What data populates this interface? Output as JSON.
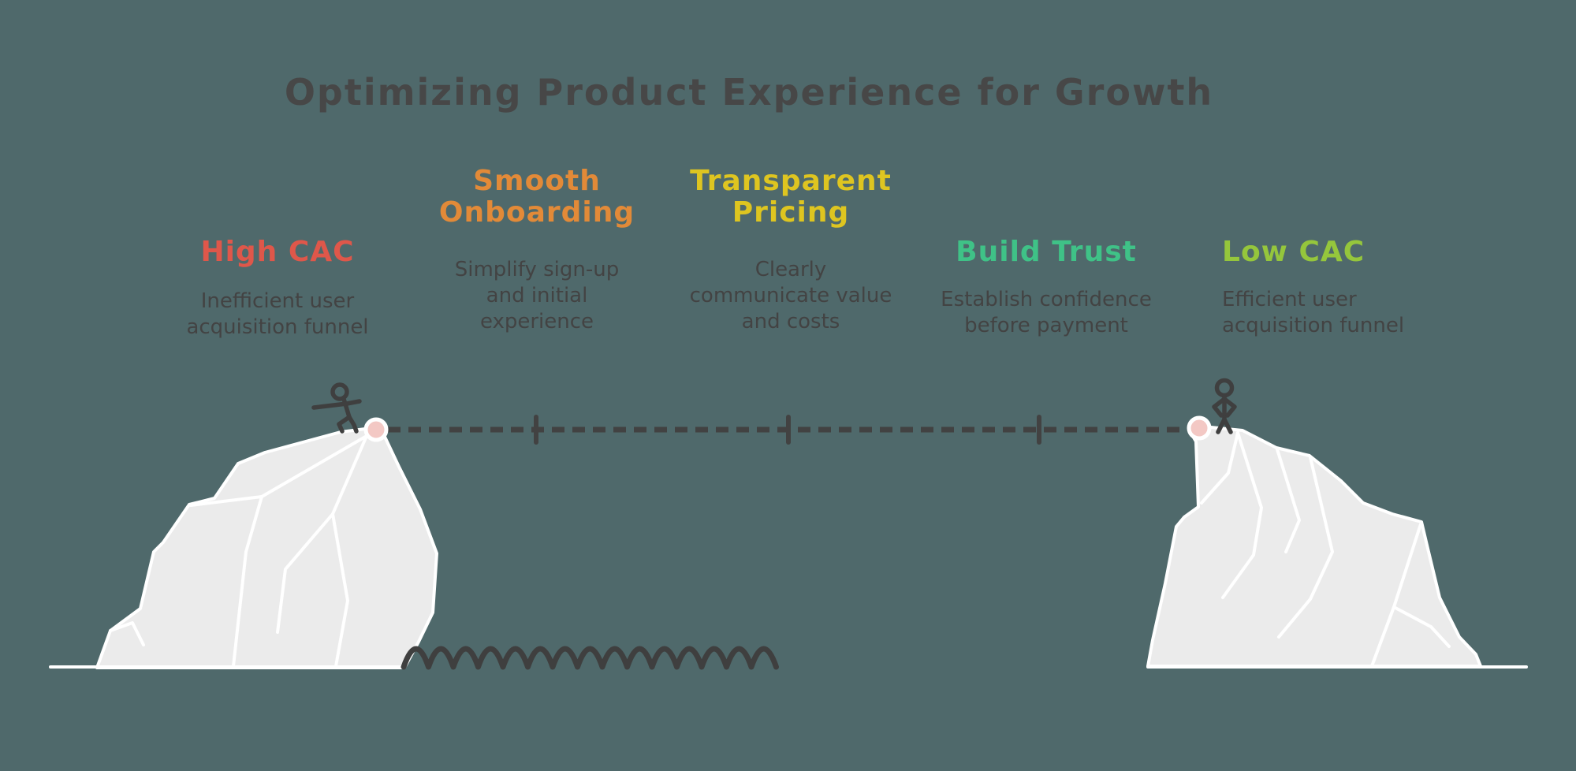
{
  "title": "Optimizing Product Experience for Growth",
  "steps": [
    {
      "id": "high-cac",
      "label": "High CAC",
      "description": "Inefficient user\nacquisition funnel",
      "color": "#df574a"
    },
    {
      "id": "smooth-onboarding",
      "label": "Smooth\nOnboarding",
      "description": "Simplify sign-up\nand initial\nexperience",
      "color": "#e28a38"
    },
    {
      "id": "transparent-pricing",
      "label": "Transparent\nPricing",
      "description": "Clearly\ncommunicate value\nand costs",
      "color": "#dec520"
    },
    {
      "id": "build-trust",
      "label": "Build Trust",
      "description": "Establish confidence\nbefore payment",
      "color": "#3fc287"
    },
    {
      "id": "low-cac",
      "label": "Low CAC",
      "description": "Efficient user\nacquisition funnel",
      "color": "#95c63c"
    }
  ],
  "scene": {
    "left_figure_icon": "tightrope-walker-icon",
    "right_figure_icon": "standing-figure-icon",
    "rope": "dashed-tightrope",
    "rope_milestone_count": 3,
    "water": "water-wave",
    "left_mountain": "cliff-left",
    "right_mountain": "cliff-right"
  },
  "colors": {
    "background": "#4f696b",
    "title": "#474747",
    "body_text": "#434343",
    "ink": "#3f3f3f",
    "rope": "#424242",
    "mountain_fill": "#ebebeb",
    "mountain_outline": "#ffffff",
    "anchor_fill": "#f3c8c4"
  }
}
